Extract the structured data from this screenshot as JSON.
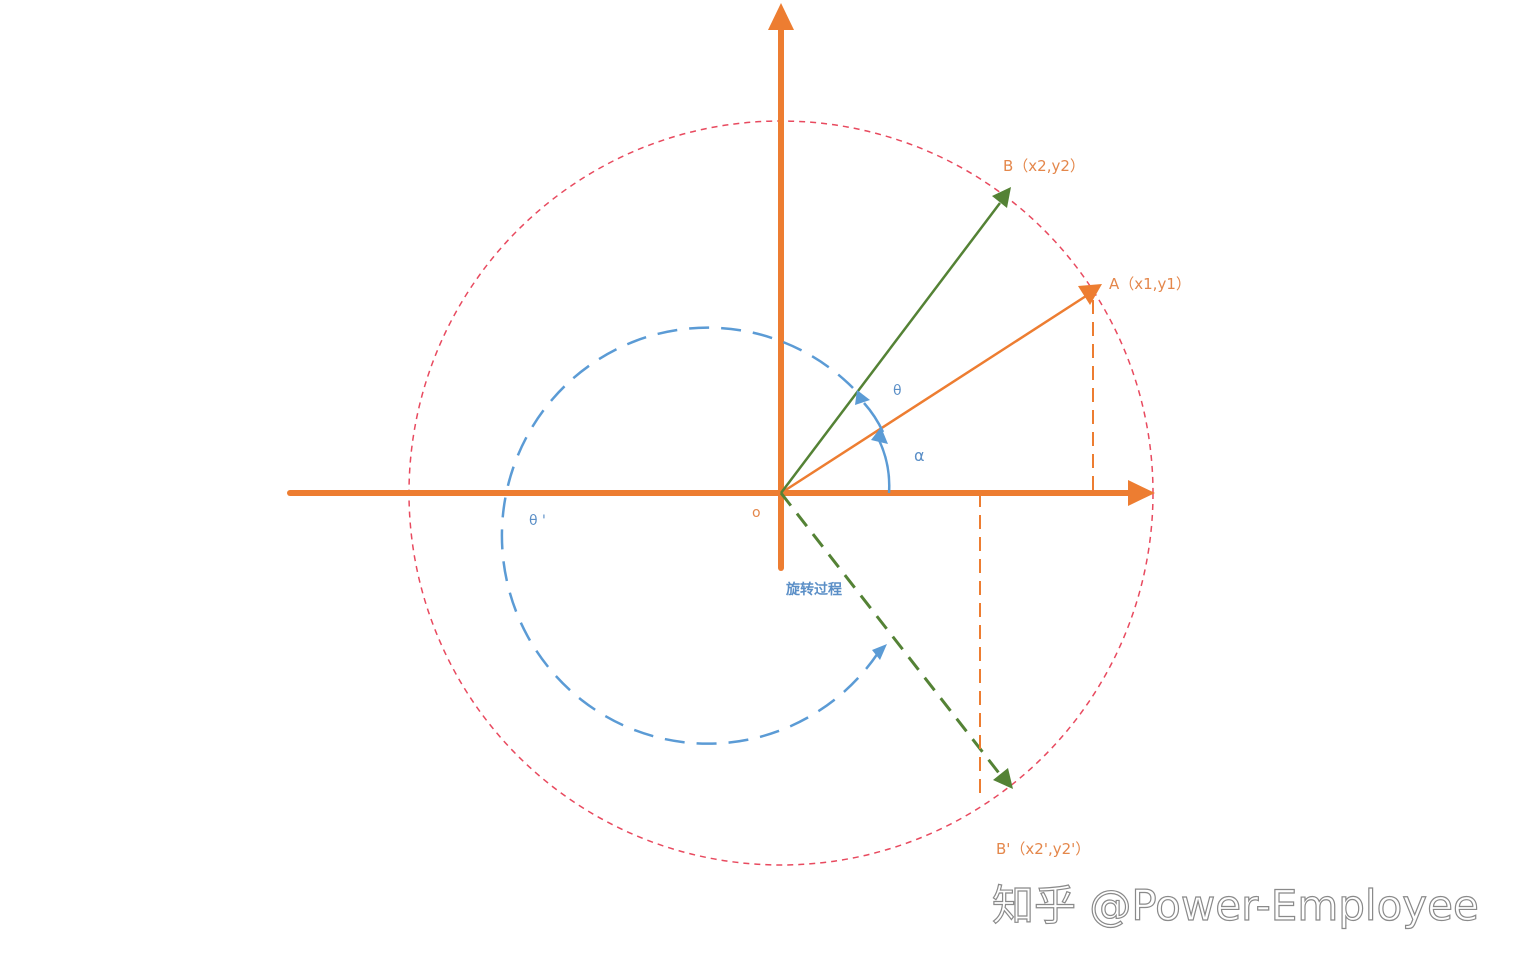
{
  "diagram": {
    "title": "2D point rotation about origin",
    "colors": {
      "axis": "#ed7d31",
      "vector_a": "#ed7d31",
      "vector_b": "#548235",
      "angle_arcs": "#5b9bd5",
      "circle": "#e84a5f",
      "label_orange": "#e4874b",
      "label_blue": "#5b8fc7"
    },
    "labels": {
      "point_b": "B（x2,y2）",
      "point_a": "A（x1,y1）",
      "point_b_prime": "B'（x2',y2'）",
      "origin": "o",
      "theta": "θ",
      "alpha": "α",
      "theta_prime": "θ '",
      "rotation_process": "旋转过程"
    },
    "watermark": "知乎 @Power-Employee"
  }
}
